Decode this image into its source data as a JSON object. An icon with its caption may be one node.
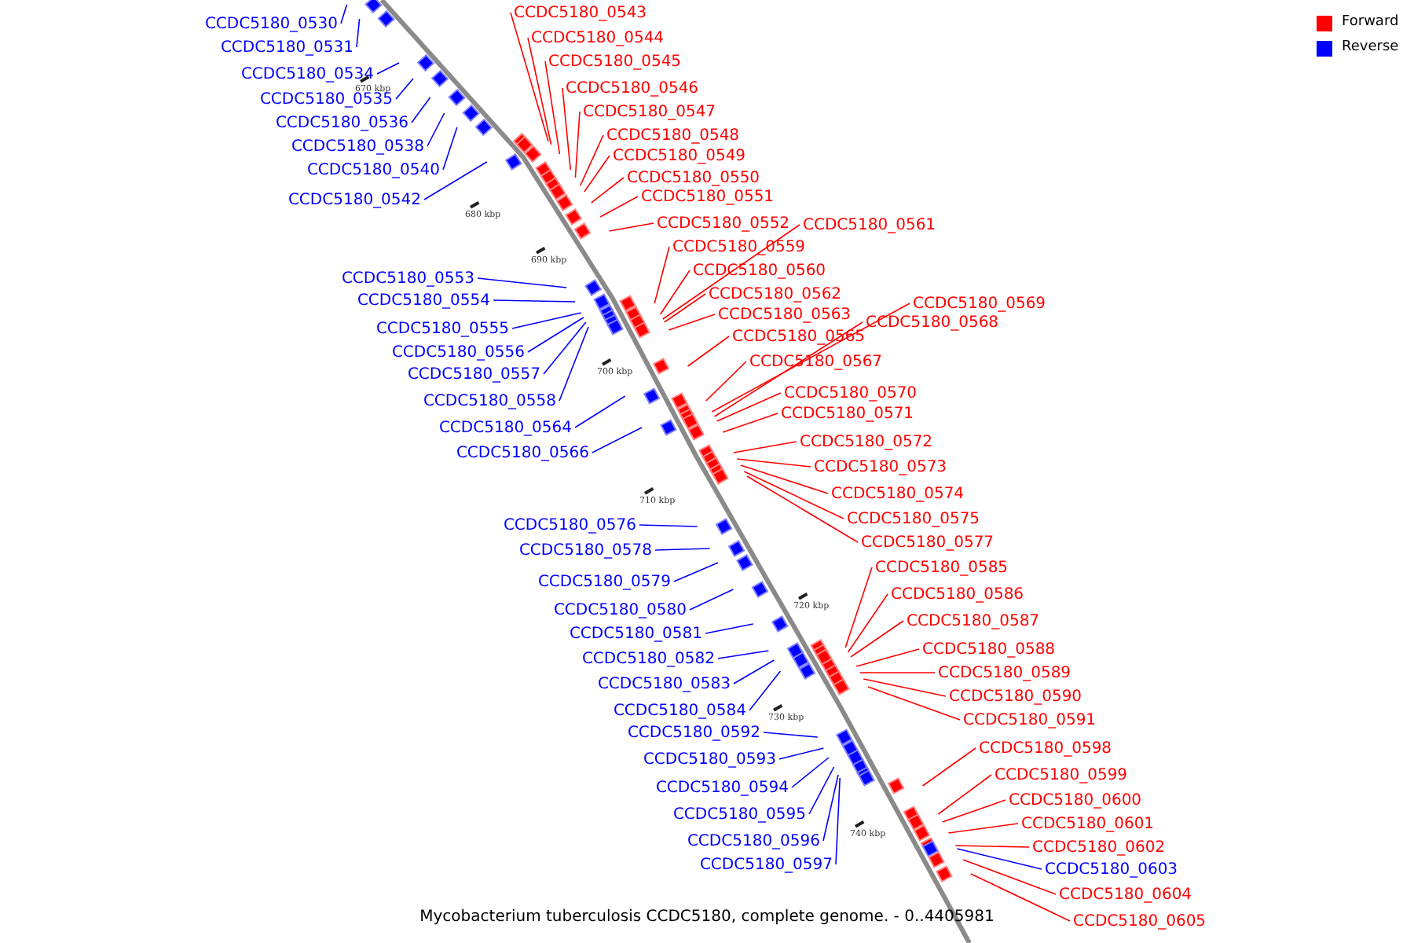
{
  "diagram": {
    "caption": "Mycobacterium tuberculosis CCDC5180, complete genome. - 0..4405981",
    "nodes": [
      {
        "text": [
          "CCDC5180_0543"
        ]
      },
      {
        "text": [
          "CCDC5180_0530"
        ]
      },
      {
        "text": [
          "CCDC5180_0544"
        ]
      },
      {
        "text": [
          "CCDC5180_0531"
        ]
      },
      {
        "text": [
          "CCDC5180_0545"
        ]
      },
      {
        "text": [
          "CCDC5180_0534"
        ]
      },
      {
        "text": [
          "CCDC5180_0546"
        ]
      },
      {
        "text": [
          "CCDC5180_0535"
        ]
      },
      {
        "text": [
          "CCDC5180_0547"
        ]
      },
      {
        "text": [
          "CCDC5180_0536"
        ]
      },
      {
        "text": [
          "CCDC5180_0548"
        ]
      },
      {
        "text": [
          "CCDC5180_0538"
        ]
      },
      {
        "text": [
          "CCDC5180_0549"
        ]
      },
      {
        "text": [
          "CCDC5180_0540"
        ]
      },
      {
        "text": [
          "CCDC5180_0550"
        ]
      },
      {
        "text": [
          "CCDC5180_0551"
        ]
      },
      {
        "text": [
          "CCDC5180_0542"
        ]
      },
      {
        "text": [
          "CCDC5180_0552"
        ]
      },
      {
        "text": [
          "CCDC5180_0561"
        ]
      },
      {
        "text": [
          "CCDC5180_0559"
        ]
      },
      {
        "text": [
          "CCDC5180_0560"
        ]
      },
      {
        "text": [
          "CCDC5180_0553"
        ]
      },
      {
        "text": [
          "CCDC5180_0562"
        ]
      },
      {
        "text": [
          "CCDC5180_0554"
        ]
      },
      {
        "text": [
          "CCDC5180_0569"
        ]
      },
      {
        "text": [
          "CCDC5180_0563"
        ]
      },
      {
        "text": [
          "CCDC5180_0568"
        ]
      },
      {
        "text": [
          "CCDC5180_0555"
        ]
      },
      {
        "text": [
          "CCDC5180_0565"
        ]
      },
      {
        "text": [
          "CCDC5180_0556"
        ]
      },
      {
        "text": [
          "CCDC5180_0567"
        ]
      },
      {
        "text": [
          "CCDC5180_0557"
        ]
      },
      {
        "text": [
          "CCDC5180_0570"
        ]
      },
      {
        "text": [
          "CCDC5180_0558"
        ]
      },
      {
        "text": [
          "CCDC5180_0571"
        ]
      },
      {
        "text": [
          "CCDC5180_0564"
        ]
      },
      {
        "text": [
          "CCDC5180_0572"
        ]
      },
      {
        "text": [
          "CCDC5180_0566"
        ]
      },
      {
        "text": [
          "CCDC5180_0573"
        ]
      },
      {
        "text": [
          "CCDC5180_0574"
        ]
      },
      {
        "text": [
          "CCDC5180_0575"
        ]
      },
      {
        "text": [
          "CCDC5180_0576"
        ]
      },
      {
        "text": [
          "CCDC5180_0577"
        ]
      },
      {
        "text": [
          "CCDC5180_0578"
        ]
      },
      {
        "text": [
          "CCDC5180_0585"
        ]
      },
      {
        "text": [
          "CCDC5180_0579"
        ]
      },
      {
        "text": [
          "CCDC5180_0586"
        ]
      },
      {
        "text": [
          "CCDC5180_0580"
        ]
      },
      {
        "text": [
          "CCDC5180_0587"
        ]
      },
      {
        "text": [
          "CCDC5180_0581"
        ]
      },
      {
        "text": [
          "CCDC5180_0588"
        ]
      },
      {
        "text": [
          "CCDC5180_0582"
        ]
      },
      {
        "text": [
          "CCDC5180_0589"
        ]
      },
      {
        "text": [
          "CCDC5180_0583"
        ]
      },
      {
        "text": [
          "CCDC5180_0590"
        ]
      },
      {
        "text": [
          "CCDC5180_0584"
        ]
      },
      {
        "text": [
          "CCDC5180_0591"
        ]
      },
      {
        "text": [
          "CCDC5180_0592"
        ]
      },
      {
        "text": [
          "CCDC5180_0598"
        ]
      },
      {
        "text": [
          "CCDC5180_0593"
        ]
      },
      {
        "text": [
          "CCDC5180_0599"
        ]
      },
      {
        "text": [
          "CCDC5180_0594"
        ]
      },
      {
        "text": [
          "CCDC5180_0600"
        ]
      },
      {
        "text": [
          "CCDC5180_0595"
        ]
      },
      {
        "text": [
          "CCDC5180_0601"
        ]
      },
      {
        "text": [
          "CCDC5180_0596"
        ]
      },
      {
        "text": [
          "CCDC5180_0602"
        ]
      },
      {
        "text": [
          "CCDC5180_0597"
        ]
      },
      {
        "text": [
          "CCDC5180_0603"
        ]
      },
      {
        "text": [
          "CCDC5180_0604"
        ]
      },
      {
        "text": [
          "CCDC5180_0605"
        ]
      }
    ],
    "edges": [
      {
        "from": 0,
        "to": null,
        "arrow": "none"
      },
      {
        "from": 1,
        "to": null,
        "arrow": "none",
        "color": "#0000ff"
      },
      {
        "from": 2,
        "to": null,
        "arrow": "none"
      },
      {
        "from": 3,
        "to": null,
        "arrow": "none",
        "color": "#0000ff"
      },
      {
        "from": 4,
        "to": null,
        "arrow": "none"
      },
      {
        "from": 5,
        "to": null,
        "arrow": "none",
        "color": "#0000ff"
      },
      {
        "from": 6,
        "to": null,
        "arrow": "none"
      },
      {
        "from": 7,
        "to": null,
        "arrow": "none",
        "color": "#0000ff"
      },
      {
        "from": 8,
        "to": null,
        "arrow": "none"
      },
      {
        "from": 9,
        "to": null,
        "arrow": "none",
        "color": "#0000ff"
      },
      {
        "from": 10,
        "to": null,
        "arrow": "none"
      },
      {
        "from": 11,
        "to": null,
        "arrow": "none",
        "color": "#0000ff"
      },
      {
        "from": 12,
        "to": null,
        "arrow": "none"
      },
      {
        "from": 13,
        "to": null,
        "arrow": "none",
        "color": "#0000ff"
      },
      {
        "from": 14,
        "to": null,
        "arrow": "none"
      },
      {
        "from": 15,
        "to": null,
        "arrow": "none"
      },
      {
        "from": 16,
        "to": null,
        "arrow": "none",
        "color": "#0000ff"
      },
      {
        "from": 17,
        "to": null,
        "arrow": "none"
      },
      {
        "from": 18,
        "to": null,
        "arrow": "none"
      },
      {
        "from": 19,
        "to": null,
        "arrow": "none"
      },
      {
        "from": 20,
        "to": null,
        "arrow": "none"
      },
      {
        "from": 21,
        "to": null,
        "arrow": "none",
        "color": "#0000ff"
      },
      {
        "from": 22,
        "to": null,
        "arrow": "none"
      },
      {
        "from": 23,
        "to": null,
        "arrow": "none",
        "color": "#0000ff"
      },
      {
        "from": 24,
        "to": null,
        "arrow": "none"
      },
      {
        "from": 25,
        "to": null,
        "arrow": "none"
      },
      {
        "from": 26,
        "to": null,
        "arrow": "none"
      },
      {
        "from": 27,
        "to": null,
        "arrow": "none",
        "color": "#0000ff"
      },
      {
        "from": 28,
        "to": null,
        "arrow": "none"
      },
      {
        "from": 29,
        "to": null,
        "arrow": "none",
        "color": "#0000ff"
      },
      {
        "from": 30,
        "to": null,
        "arrow": "none"
      },
      {
        "from": 31,
        "to": null,
        "arrow": "none",
        "color": "#0000ff"
      },
      {
        "from": 32,
        "to": null,
        "arrow": "none"
      },
      {
        "from": 33,
        "to": null,
        "arrow": "none",
        "color": "#0000ff"
      },
      {
        "from": 34,
        "to": null,
        "arrow": "none"
      },
      {
        "from": 35,
        "to": null,
        "arrow": "none",
        "color": "#0000ff"
      },
      {
        "from": 36,
        "to": null,
        "arrow": "none"
      },
      {
        "from": 37,
        "to": null,
        "arrow": "none",
        "color": "#0000ff"
      },
      {
        "from": 38,
        "to": null,
        "arrow": "none"
      },
      {
        "from": 39,
        "to": null,
        "arrow": "none"
      },
      {
        "from": 40,
        "to": null,
        "arrow": "none"
      },
      {
        "from": 41,
        "to": null,
        "arrow": "none",
        "color": "#0000ff"
      },
      {
        "from": 42,
        "to": null,
        "arrow": "none"
      },
      {
        "from": 43,
        "to": null,
        "arrow": "none",
        "color": "#0000ff"
      },
      {
        "from": 44,
        "to": null,
        "arrow": "none"
      },
      {
        "from": 45,
        "to": null,
        "arrow": "none",
        "color": "#0000ff"
      },
      {
        "from": 46,
        "to": null,
        "arrow": "none"
      },
      {
        "from": 47,
        "to": null,
        "arrow": "none",
        "color": "#0000ff"
      },
      {
        "from": 48,
        "to": null,
        "arrow": "none"
      },
      {
        "from": 49,
        "to": null,
        "arrow": "none",
        "color": "#0000ff"
      },
      {
        "from": 50,
        "to": null,
        "arrow": "none"
      },
      {
        "from": 51,
        "to": null,
        "arrow": "none",
        "color": "#0000ff"
      },
      {
        "from": 52,
        "to": null,
        "arrow": "none"
      },
      {
        "from": 53,
        "to": null,
        "arrow": "none",
        "color": "#0000ff"
      },
      {
        "from": 54,
        "to": null,
        "arrow": "none"
      },
      {
        "from": 55,
        "to": null,
        "arrow": "none",
        "color": "#0000ff"
      },
      {
        "from": 56,
        "to": null,
        "arrow": "none"
      },
      {
        "from": 57,
        "to": null,
        "arrow": "none",
        "color": "#0000ff"
      },
      {
        "from": 58,
        "to": null,
        "arrow": "none"
      },
      {
        "from": 59,
        "to": null,
        "arrow": "none",
        "color": "#0000ff"
      },
      {
        "from": 60,
        "to": null,
        "arrow": "none"
      },
      {
        "from": 61,
        "to": null,
        "arrow": "none",
        "color": "#0000ff"
      },
      {
        "from": 62,
        "to": null,
        "arrow": "none"
      },
      {
        "from": 63,
        "to": null,
        "arrow": "none",
        "color": "#0000ff"
      },
      {
        "from": 64,
        "to": null,
        "arrow": "none"
      },
      {
        "from": 65,
        "to": null,
        "arrow": "none",
        "color": "#0000ff"
      },
      {
        "from": 66,
        "to": null,
        "arrow": "none"
      },
      {
        "from": 67,
        "to": null,
        "arrow": "none",
        "color": "#0000ff"
      },
      {
        "from": 68,
        "to": null,
        "arrow": "none",
        "color": "#0000ff"
      },
      {
        "from": 69,
        "to": null,
        "arrow": "none"
      },
      {
        "from": 70,
        "to": null,
        "arrow": "none"
      }
    ],
    "labels": [
      "670 kbp",
      "680 kbp",
      "690 kbp",
      "700 kbp",
      "710 kbp",
      "720 kbp",
      "730 kbp",
      "740 kbp"
    ],
    "legend": [
      {
        "text": "Forward",
        "color": "#ff0000"
      },
      {
        "text": "Reverse",
        "color": "#0000ff"
      }
    ]
  }
}
